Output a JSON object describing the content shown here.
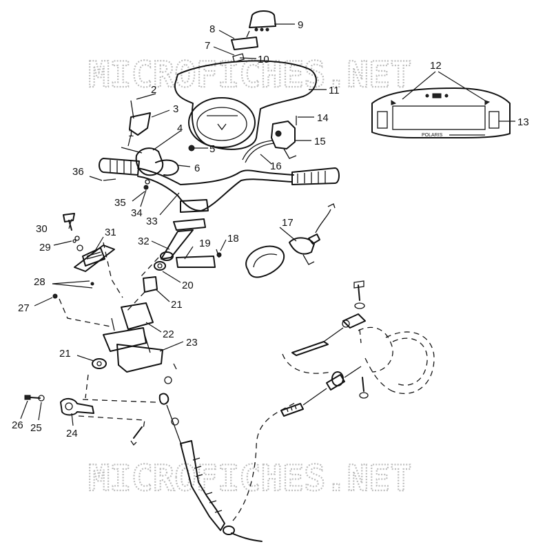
{
  "watermark": "MICROFICHES.NET",
  "panel": {
    "label": "POLARIS"
  },
  "callouts": [
    "1",
    "2",
    "3",
    "4",
    "5",
    "6",
    "7",
    "8",
    "9",
    "10",
    "11",
    "12",
    "13",
    "14",
    "15",
    "16",
    "17",
    "18",
    "19",
    "20",
    "21",
    "22",
    "23",
    "24",
    "25",
    "26",
    "27",
    "28",
    "29",
    "30",
    "31",
    "32",
    "33",
    "34",
    "35",
    "36"
  ]
}
